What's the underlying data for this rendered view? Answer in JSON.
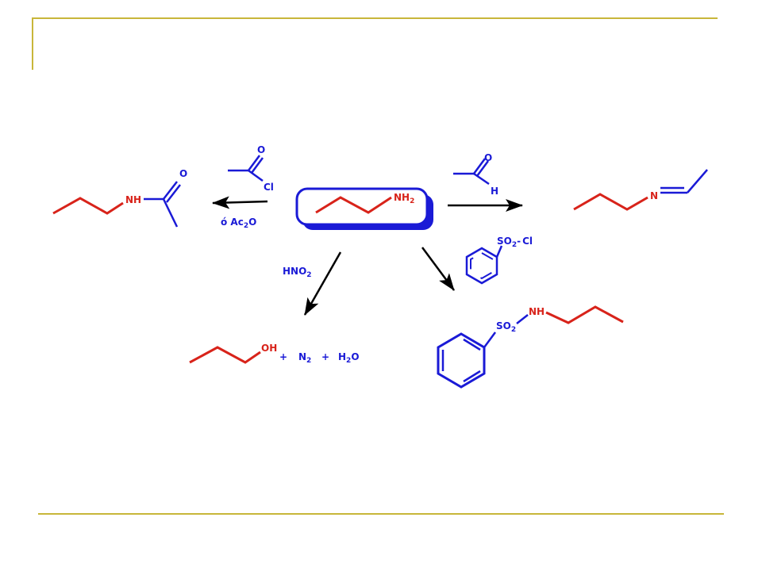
{
  "colors": {
    "frame": "#c8b63a",
    "reagent_blue": "#1a1ad6",
    "product_red": "#d8231a",
    "arrow": "#000000",
    "box_shadow": "#1a1ad6"
  },
  "center": {
    "amine_label": "NH",
    "amine_sub": "2"
  },
  "acylation": {
    "reagent_o": "O",
    "reagent_cl": "Cl",
    "alt_prefix": "ó Ac",
    "alt_sub": "2",
    "alt_suffix": "O",
    "product_nh": "NH",
    "product_o": "O"
  },
  "imine": {
    "reagent_o": "O",
    "reagent_h": "H",
    "product_n": "N"
  },
  "nitrous": {
    "reagent_prefix": "HNO",
    "reagent_sub": "2",
    "product_oh": "OH",
    "plus1": "+",
    "n2": "N",
    "n2_sub": "2",
    "plus2": "+",
    "h2o_h": "H",
    "h2o_sub": "2",
    "h2o_o": "O"
  },
  "sulfonyl": {
    "reagent_so": "SO",
    "reagent_sub": "2",
    "reagent_dash": "-",
    "reagent_cl": "Cl",
    "product_so": "SO",
    "product_sub": "2",
    "product_nh": "NH"
  },
  "icons": {
    "arrow_left": "arrow-left-icon",
    "arrow_right": "arrow-right-icon",
    "arrow_down_left": "arrow-down-left-icon",
    "arrow_down_right": "arrow-down-right-icon",
    "benzene": "benzene-ring-icon"
  }
}
